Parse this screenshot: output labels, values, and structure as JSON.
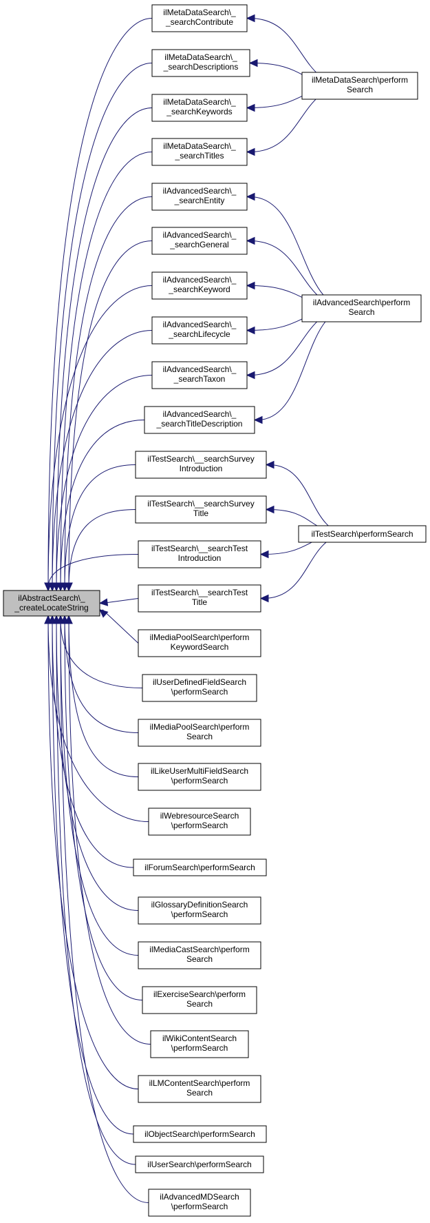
{
  "colors": {
    "edge": "#191970",
    "root_fill": "#bfbfbf",
    "node_fill": "#ffffff",
    "node_stroke": "#000000"
  },
  "nodes": {
    "root": {
      "lines": [
        "ilAbstractSearch\\_",
        "_createLocateString"
      ]
    },
    "m1": {
      "lines": [
        "ilMetaDataSearch\\_",
        "_searchContribute"
      ]
    },
    "m2": {
      "lines": [
        "ilMetaDataSearch\\_",
        "_searchDescriptions"
      ]
    },
    "m3": {
      "lines": [
        "ilMetaDataSearch\\_",
        "_searchKeywords"
      ]
    },
    "m4": {
      "lines": [
        "ilMetaDataSearch\\_",
        "_searchTitles"
      ]
    },
    "mp": {
      "lines": [
        "ilMetaDataSearch\\perform",
        "Search"
      ]
    },
    "a1": {
      "lines": [
        "ilAdvancedSearch\\_",
        "_searchEntity"
      ]
    },
    "a2": {
      "lines": [
        "ilAdvancedSearch\\_",
        "_searchGeneral"
      ]
    },
    "a3": {
      "lines": [
        "ilAdvancedSearch\\_",
        "_searchKeyword"
      ]
    },
    "a4": {
      "lines": [
        "ilAdvancedSearch\\_",
        "_searchLifecycle"
      ]
    },
    "a5": {
      "lines": [
        "ilAdvancedSearch\\_",
        "_searchTaxon"
      ]
    },
    "a6": {
      "lines": [
        "ilAdvancedSearch\\_",
        "_searchTitleDescription"
      ]
    },
    "ap": {
      "lines": [
        "ilAdvancedSearch\\perform",
        "Search"
      ]
    },
    "t1": {
      "lines": [
        "ilTestSearch\\__searchSurvey",
        "Introduction"
      ]
    },
    "t2": {
      "lines": [
        "ilTestSearch\\__searchSurvey",
        "Title"
      ]
    },
    "t3": {
      "lines": [
        "ilTestSearch\\__searchTest",
        "Introduction"
      ]
    },
    "t4": {
      "lines": [
        "ilTestSearch\\__searchTest",
        "Title"
      ]
    },
    "tp": {
      "lines": [
        "ilTestSearch\\performSearch"
      ]
    },
    "l1": {
      "lines": [
        "ilMediaPoolSearch\\perform",
        "KeywordSearch"
      ]
    },
    "l2": {
      "lines": [
        "ilUserDefinedFieldSearch",
        "\\performSearch"
      ]
    },
    "l3": {
      "lines": [
        "ilMediaPoolSearch\\perform",
        "Search"
      ]
    },
    "l4": {
      "lines": [
        "ilLikeUserMultiFieldSearch",
        "\\performSearch"
      ]
    },
    "l5": {
      "lines": [
        "ilWebresourceSearch",
        "\\performSearch"
      ]
    },
    "l6": {
      "lines": [
        "ilForumSearch\\performSearch"
      ]
    },
    "l7": {
      "lines": [
        "ilGlossaryDefinitionSearch",
        "\\performSearch"
      ]
    },
    "l8": {
      "lines": [
        "ilMediaCastSearch\\perform",
        "Search"
      ]
    },
    "l9": {
      "lines": [
        "ilExerciseSearch\\perform",
        "Search"
      ]
    },
    "l10": {
      "lines": [
        "ilWikiContentSearch",
        "\\performSearch"
      ]
    },
    "l11": {
      "lines": [
        "ilLMContentSearch\\perform",
        "Search"
      ]
    },
    "l12": {
      "lines": [
        "ilObjectSearch\\performSearch"
      ]
    },
    "l13": {
      "lines": [
        "ilUserSearch\\performSearch"
      ]
    },
    "l14": {
      "lines": [
        "ilAdvancedMDSearch",
        "\\performSearch"
      ]
    }
  }
}
